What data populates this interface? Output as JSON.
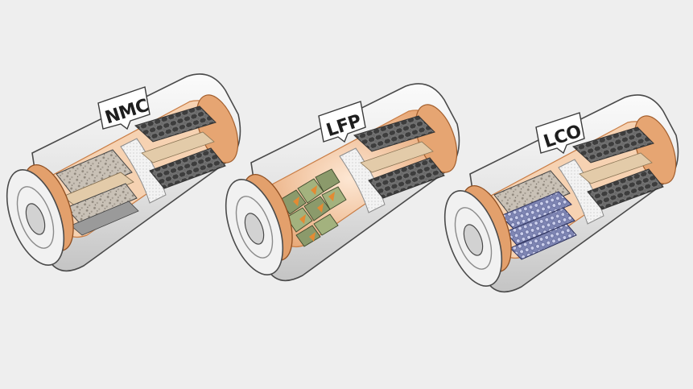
{
  "colors": {
    "background": "#eeeeee",
    "casing_light": "#f4f4f4",
    "casing_mid": "#d9d9d9",
    "casing_dark": "#a9a9a9",
    "outline": "#4a4a4a",
    "copper": "#e2a06c",
    "copper_dark": "#c97d45",
    "copper_glow": "#f7dcc3",
    "graphite": "#5a5a5a",
    "separator": "#ededed",
    "tag_fill": "#ffffff"
  },
  "cells": [
    {
      "label": "NMC",
      "cathode_style": "layered-oxide-grains",
      "icon": "cylindrical-battery-cutaway"
    },
    {
      "label": "LFP",
      "cathode_style": "olivine-octahedra",
      "icon": "cylindrical-battery-cutaway"
    },
    {
      "label": "LCO",
      "cathode_style": "layered-oxide-spheres",
      "icon": "cylindrical-battery-cutaway"
    }
  ]
}
